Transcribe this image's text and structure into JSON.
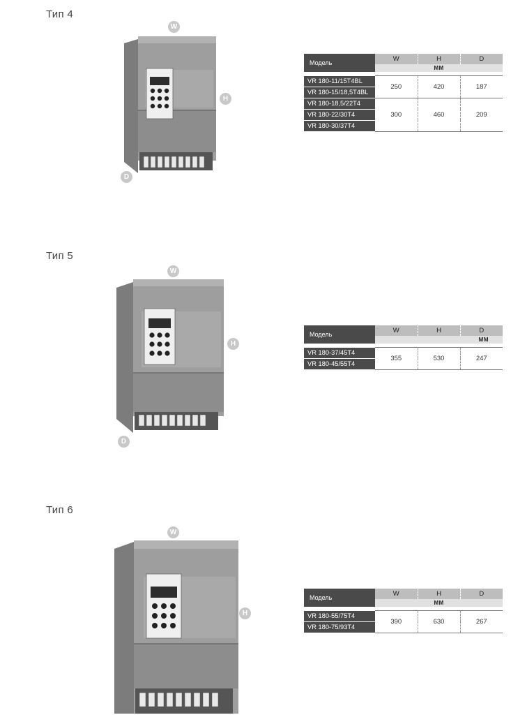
{
  "sections": [
    {
      "title": "Тип 4",
      "badges": {
        "w": "W",
        "h": "H",
        "d": "D"
      },
      "table": {
        "model_header": "Модель",
        "columns": [
          "W",
          "H",
          "D"
        ],
        "unit": "ММ",
        "groups": [
          {
            "models": [
              "VR 180-11/15T4BL",
              "VR 180-15/18,5T4BL"
            ],
            "w": "250",
            "h": "420",
            "d": "187"
          },
          {
            "models": [
              "VR 180-18,5/22T4",
              "VR 180-22/30T4",
              "VR 180-30/37T4"
            ],
            "w": "300",
            "h": "460",
            "d": "209"
          }
        ]
      }
    },
    {
      "title": "Тип 5",
      "badges": {
        "w": "W",
        "h": "H",
        "d": "D"
      },
      "table": {
        "model_header": "Модель",
        "columns": [
          "W",
          "H",
          "D"
        ],
        "unit": "ММ",
        "groups": [
          {
            "models": [
              "VR 180-37/45T4",
              "VR 180-45/55T4"
            ],
            "w": "355",
            "h": "530",
            "d": "247"
          }
        ]
      }
    },
    {
      "title": "Тип 6",
      "badges": {
        "w": "W",
        "h": "H"
      },
      "table": {
        "model_header": "Модель",
        "columns": [
          "W",
          "H",
          "D"
        ],
        "unit": "ММ",
        "groups": [
          {
            "models": [
              "VR 180-55/75T4",
              "VR 180-75/93T4"
            ],
            "w": "390",
            "h": "630",
            "d": "267"
          }
        ]
      }
    }
  ]
}
